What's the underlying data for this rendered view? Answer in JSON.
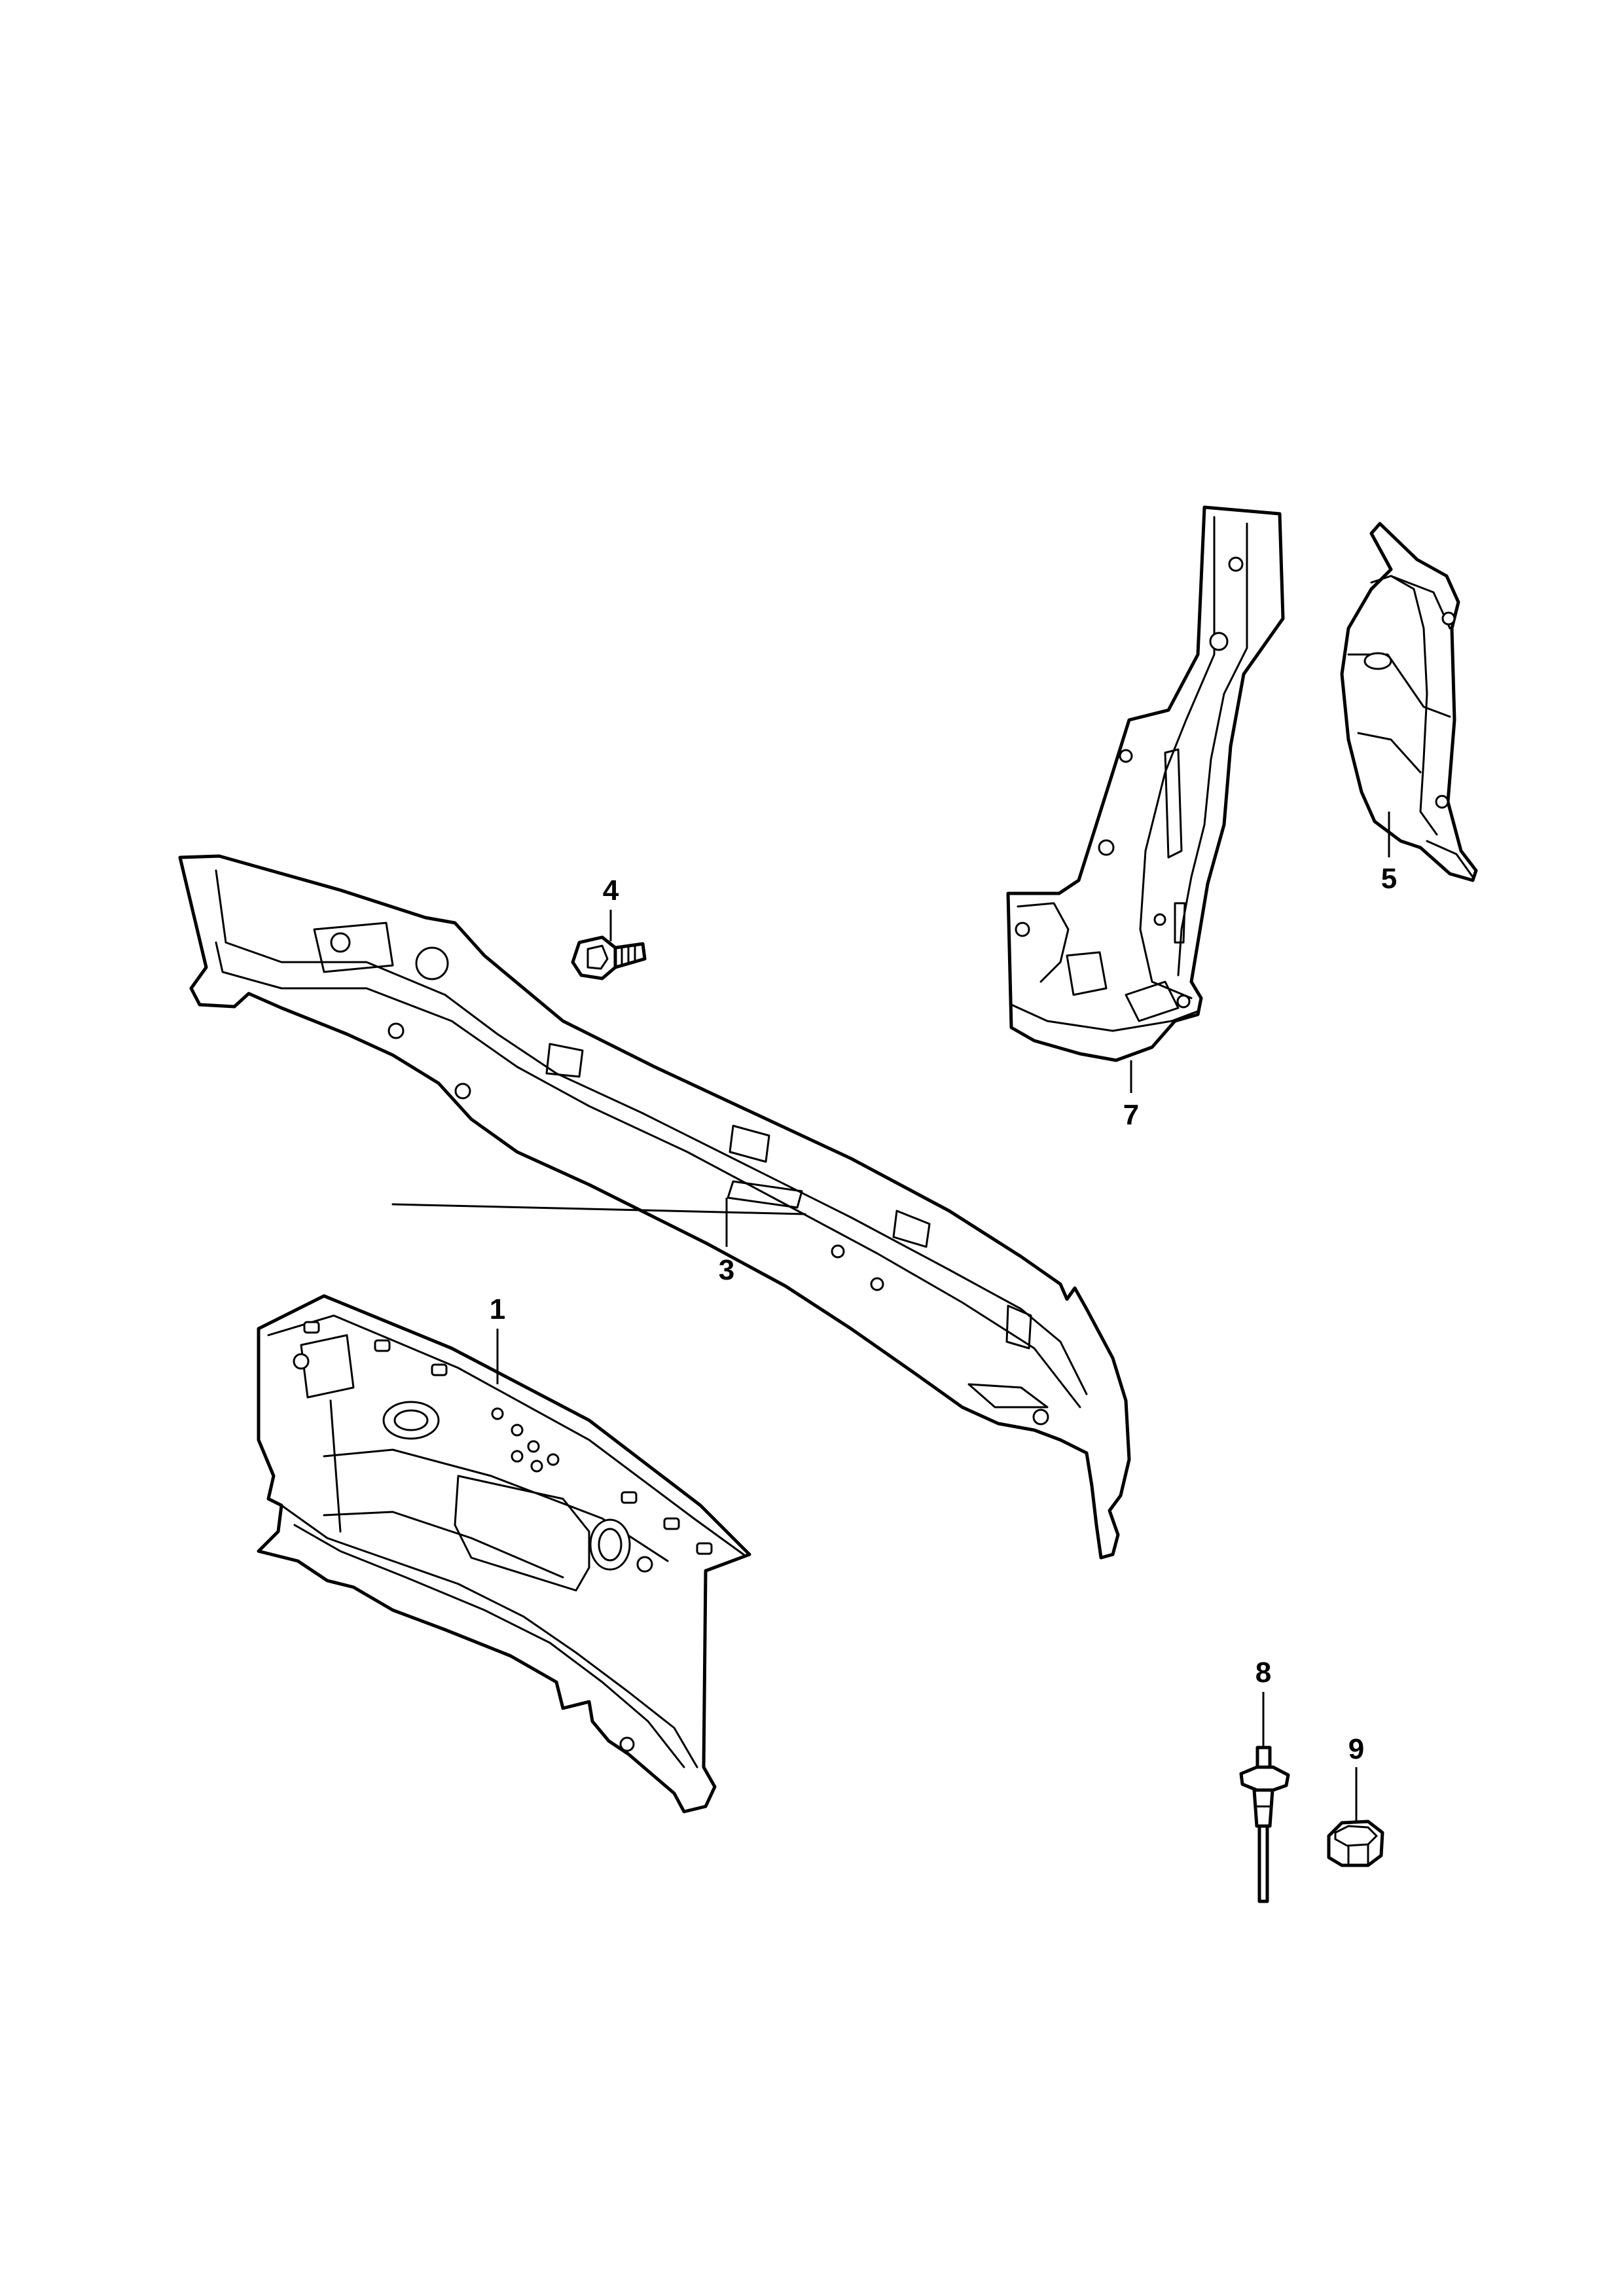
{
  "diagram": {
    "callouts": [
      {
        "id": "1",
        "label": "1",
        "part": "rear-panel"
      },
      {
        "id": "3",
        "label": "3",
        "part": "rear-crossmember"
      },
      {
        "id": "4",
        "label": "4",
        "part": "flange-bolt"
      },
      {
        "id": "5",
        "label": "5",
        "part": "corner-bracket"
      },
      {
        "id": "7",
        "label": "7",
        "part": "side-pillar-reinforcement"
      },
      {
        "id": "8",
        "label": "8",
        "part": "rivet"
      },
      {
        "id": "9",
        "label": "9",
        "part": "flange-nut"
      }
    ]
  }
}
